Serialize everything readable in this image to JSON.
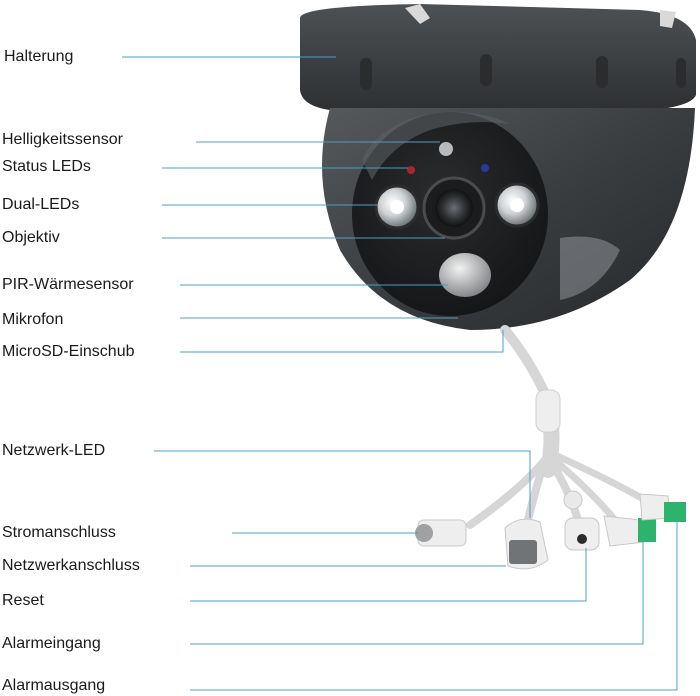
{
  "colors": {
    "leader_line": "#4e9cc8",
    "camera_body": "#3a3d40",
    "cable": "#f2f2f2",
    "terminal_block": "#2db36b"
  },
  "labels": {
    "halterung": "Halterung",
    "helligkeitssensor": "Helligkeitssensor",
    "status_leds": "Status LEDs",
    "dual_leds": "Dual-LEDs",
    "objektiv": "Objektiv",
    "pir_waermesensor": "PIR-Wärmesensor",
    "mikrofon": "Mikrofon",
    "microsd_einschub": "MicroSD-Einschub",
    "netzwerk_led": "Netzwerk-LED",
    "stromanschluss": "Stromanschluss",
    "netzwerkanschluss": "Netzwerkanschluss",
    "reset": "Reset",
    "alarmeingang": "Alarmeingang",
    "alarmausgang": "Alarmausgang"
  },
  "icons": [
    "dome-camera-illustration"
  ]
}
